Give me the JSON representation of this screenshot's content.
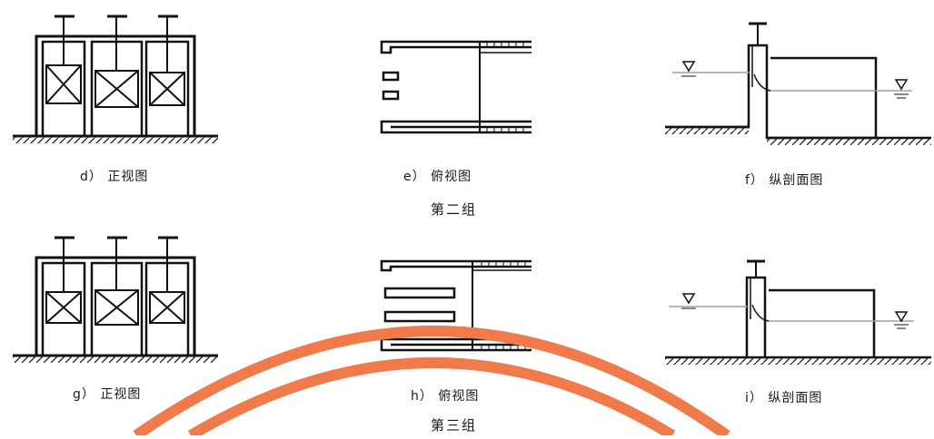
{
  "captions": {
    "d": "d）  正视图",
    "e": "e）  俯视图",
    "f": "f）  纵剖面图",
    "g": "g）  正视图",
    "h": "h）  俯视图",
    "i": "i）  纵剖面图"
  },
  "groups": {
    "second": "第二组",
    "third": "第三组"
  },
  "colors": {
    "line": "#111111",
    "water": "#9aa0a6",
    "watermark_arc": "#f07a4a"
  }
}
